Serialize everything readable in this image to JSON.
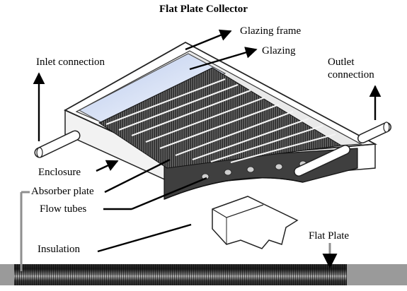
{
  "title": "Flat Plate Collector",
  "labels": {
    "glazing_frame": "Glazing frame",
    "glazing": "Glazing",
    "inlet_connection": "Inlet connection",
    "outlet_connection_line1": "Outlet",
    "outlet_connection_line2": "connection",
    "enclosure": "Enclosure",
    "absorber_plate": "Absorber plate",
    "flow_tubes": "Flow tubes",
    "insulation": "Insulation",
    "flat_plate": "Flat Plate"
  }
}
